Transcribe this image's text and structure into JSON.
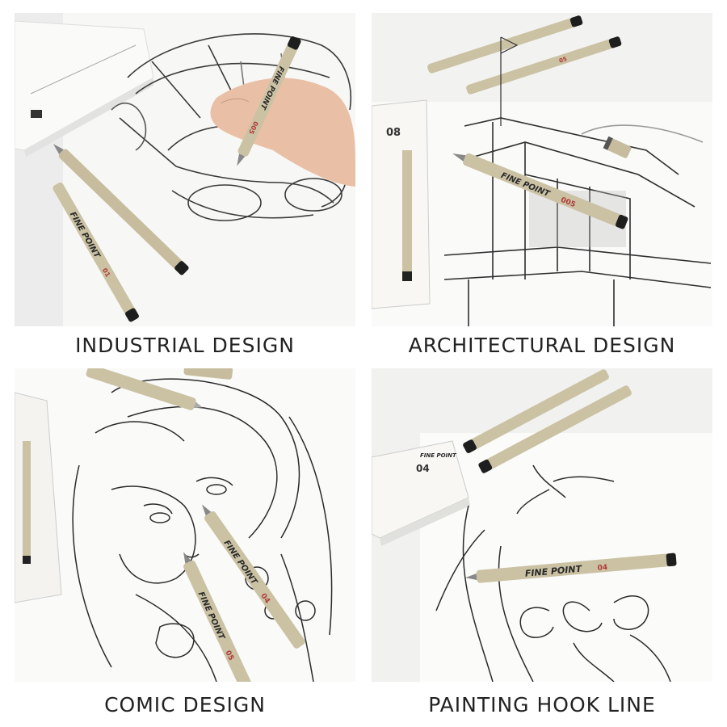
{
  "captions": {
    "panel1": "INDUSTRIAL DESIGN",
    "panel2": "ARCHITECTURAL DESIGN",
    "panel3": "COMIC DESIGN",
    "panel4": "PAINTING HOOK LINE"
  },
  "pens": {
    "brand": "FINE POINT",
    "tip_005": "005",
    "tip_01": "01",
    "tip_04": "04",
    "tip_05": "05"
  },
  "boxes": {
    "box_08": "08",
    "box_04": "04"
  },
  "colors": {
    "pen_body": "#cbc2a4",
    "pen_cap": "#1e1e1e",
    "paper": "#f4f4f2",
    "sketch_line": "#3a3a3a"
  }
}
